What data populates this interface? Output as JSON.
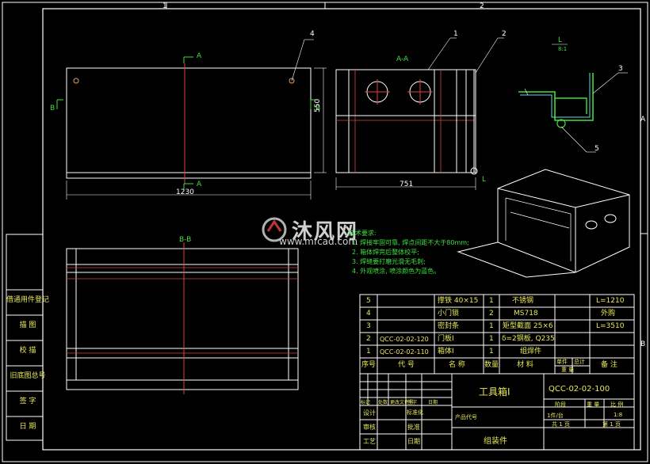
{
  "border_zones": {
    "top": [
      "1",
      "2"
    ],
    "right": [
      "A",
      "B"
    ]
  },
  "views": {
    "front": {
      "section_label": "A",
      "side_label": "B",
      "width_dim": "1230",
      "height_dim": "550",
      "callout": "4"
    },
    "section_aa": {
      "title": "A-A",
      "width_dim": "751",
      "callouts": [
        "1",
        "2"
      ],
      "detail_marker": "L"
    },
    "detail_l": {
      "title": "L",
      "scale": "8:1",
      "callouts": [
        "3",
        "5"
      ]
    },
    "section_bb": {
      "title": "B-B"
    }
  },
  "watermark": {
    "brand": "沐风网",
    "url": "www.mfcad.com"
  },
  "tech_notes": [
    "技术要求:",
    "1. 焊接牢固可靠, 焊点间距不大于80mm;",
    "2. 箱体焊完后整体校平;",
    "3. 焊缝要打磨光滑无毛刺;",
    "4. 外观喷涂, 喷涂颜色为蓝色。"
  ],
  "sidebar": [
    "借通用件登记",
    "描 图",
    "校 描",
    "旧底图总号",
    "签 字",
    "日 期"
  ],
  "bom": {
    "rows": [
      {
        "no": "5",
        "code": "",
        "name": "撑铁 40×15",
        "qty": "1",
        "material": "不锈钢",
        "remark": "L=1210"
      },
      {
        "no": "4",
        "code": "",
        "name": "小门锁",
        "qty": "2",
        "material": "MS718",
        "remark": "外购"
      },
      {
        "no": "3",
        "code": "",
        "name": "密封条",
        "qty": "1",
        "material": "矩型截面 25×6",
        "remark": "L=3510"
      },
      {
        "no": "2",
        "code": "QCC-02-02-120",
        "name": "门板Ⅰ",
        "qty": "1",
        "material": "δ=2钢板, Q235",
        "remark": ""
      },
      {
        "no": "1",
        "code": "QCC-02-02-110",
        "name": "箱体Ⅰ",
        "qty": "1",
        "material": "组焊件",
        "remark": ""
      }
    ],
    "headers": [
      "序号",
      "代 号",
      "名 称",
      "数量",
      "材 料",
      "单件",
      "总计",
      "重 量",
      "备 注"
    ]
  },
  "title_block": {
    "name": "工具箱Ⅰ",
    "code": "QCC-02-02-100",
    "type": "组装件",
    "product_code_label": "产品代号",
    "stage_headers": [
      "阶段",
      "重 量",
      "比 例"
    ],
    "quantity": "1件/台",
    "scale": "1:8",
    "sheets_total": "共 1 页",
    "sheet_no": "第 1 页",
    "sign_rows": [
      "设计",
      "审核",
      "工艺"
    ],
    "sign_rows_right": [
      "标准化",
      "批准",
      "日期"
    ],
    "rev_headers": [
      "标记",
      "处数",
      "更改文件号",
      "签字",
      "日期"
    ]
  }
}
